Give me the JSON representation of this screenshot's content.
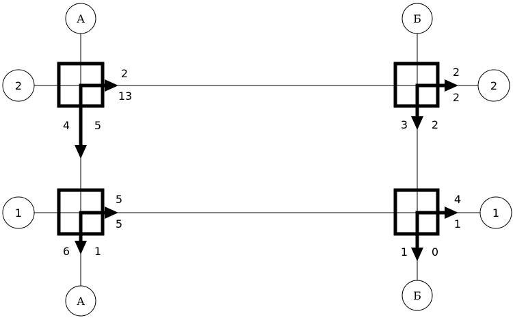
{
  "nodes": {
    "top_left": "А",
    "top_right": "Б",
    "bottom_left": "А",
    "bottom_right": "Б",
    "left_upper": "2",
    "left_lower": "1",
    "right_upper": "2",
    "right_lower": "1"
  },
  "junctions": {
    "upper_left": {
      "east_above": "2",
      "east_below": "13",
      "south_left": "4",
      "south_right": "5"
    },
    "upper_right": {
      "east_above": "2",
      "east_below": "2",
      "south_left": "3",
      "south_right": "2"
    },
    "lower_left": {
      "east_above": "5",
      "east_below": "5",
      "south_left": "6",
      "south_right": "1"
    },
    "lower_right": {
      "east_above": "4",
      "east_below": "1",
      "south_left": "1",
      "south_right": "0"
    }
  }
}
